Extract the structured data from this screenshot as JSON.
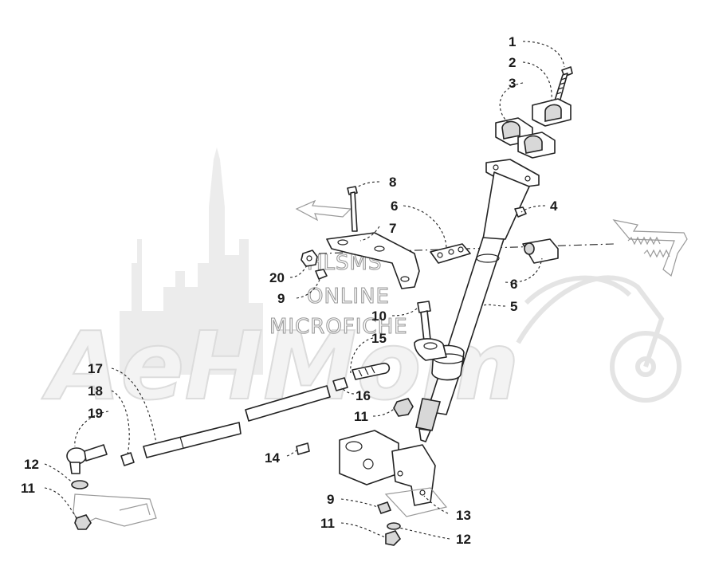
{
  "watermark": {
    "brand": "AeHMom",
    "line1": "HLSMS",
    "line2": "ONLINE",
    "line3": "MICROFICHE"
  },
  "callouts": [
    {
      "id": "c1",
      "label": "1"
    },
    {
      "id": "c2",
      "label": "2"
    },
    {
      "id": "c3",
      "label": "3"
    },
    {
      "id": "c4",
      "label": "4"
    },
    {
      "id": "c5",
      "label": "5"
    },
    {
      "id": "c6a",
      "label": "6"
    },
    {
      "id": "c6b",
      "label": "6"
    },
    {
      "id": "c7",
      "label": "7"
    },
    {
      "id": "c8",
      "label": "8"
    },
    {
      "id": "c9a",
      "label": "9"
    },
    {
      "id": "c9b",
      "label": "9"
    },
    {
      "id": "c10",
      "label": "10"
    },
    {
      "id": "c11a",
      "label": "11"
    },
    {
      "id": "c11b",
      "label": "11"
    },
    {
      "id": "c11c",
      "label": "11"
    },
    {
      "id": "c12a",
      "label": "12"
    },
    {
      "id": "c12b",
      "label": "12"
    },
    {
      "id": "c13",
      "label": "13"
    },
    {
      "id": "c14",
      "label": "14"
    },
    {
      "id": "c15",
      "label": "15"
    },
    {
      "id": "c16",
      "label": "16"
    },
    {
      "id": "c17",
      "label": "17"
    },
    {
      "id": "c18",
      "label": "18"
    },
    {
      "id": "c19",
      "label": "19"
    },
    {
      "id": "c20",
      "label": "20"
    }
  ]
}
